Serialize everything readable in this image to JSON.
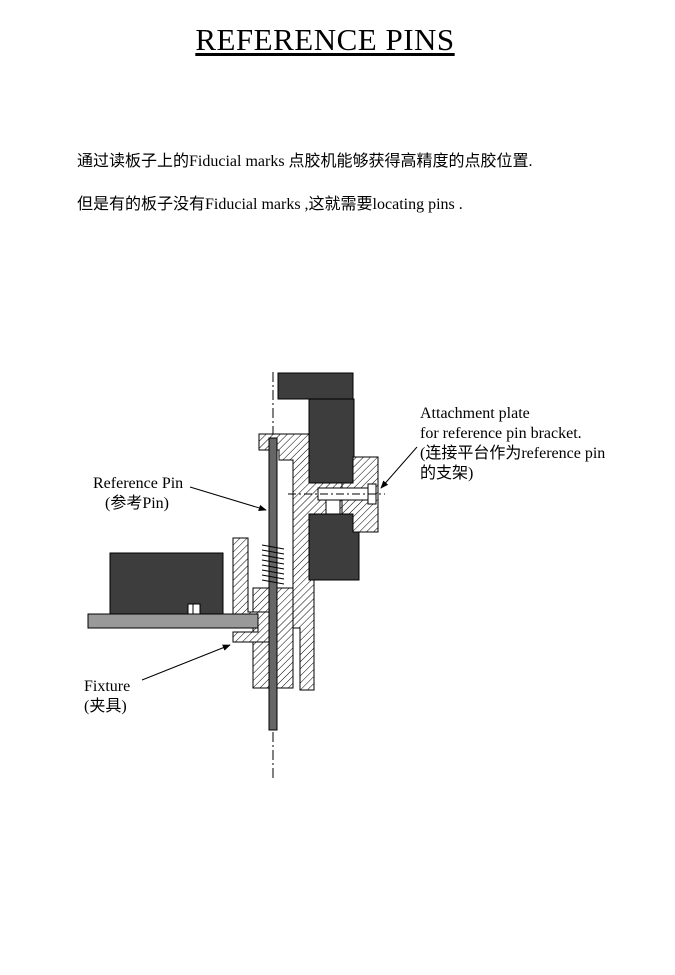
{
  "title": "REFERENCE PINS",
  "paragraphs": [
    "通过读板子上的Fiducial marks 点胶机能够获得高精度的点胶位置.",
    "但是有的板子没有Fiducial marks ,这就需要locating pins ."
  ],
  "labels": {
    "attachment": {
      "line1": "Attachment plate",
      "line2": "for reference pin bracket.",
      "line3": "(连接平台作为reference pin",
      "line4": "的支架)"
    },
    "reference_pin": {
      "line1": "Reference Pin",
      "line2": "(参考Pin)"
    },
    "fixture": {
      "line1": "Fixture",
      "line2": "(夹具)"
    }
  },
  "colors": {
    "block_fill": "#3d3d3d",
    "board_fill": "#999999",
    "hatch": "#000000"
  }
}
